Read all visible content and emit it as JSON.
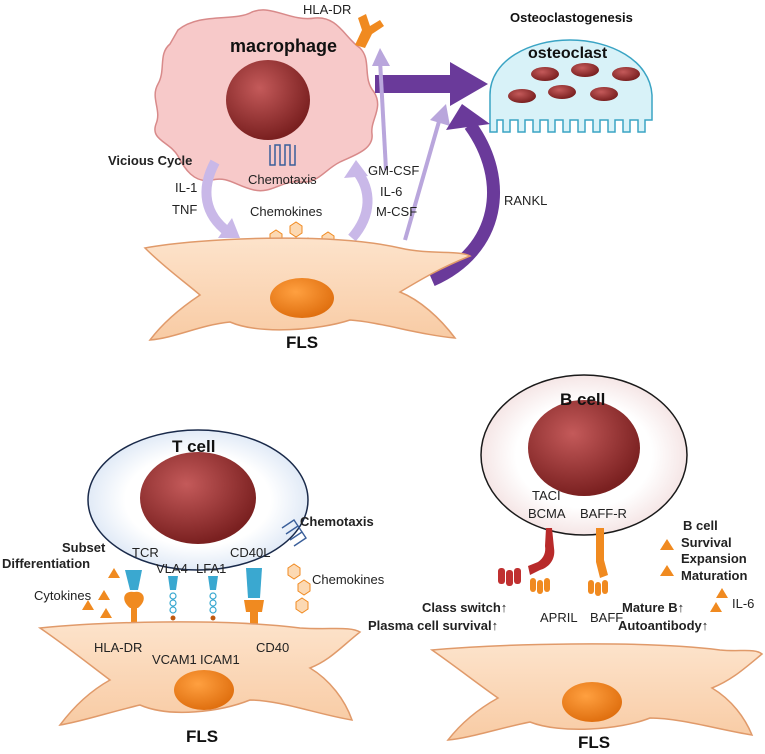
{
  "top": {
    "hla_dr": "HLA-DR",
    "macrophage": "macrophage",
    "osteoclastogenesis": "Osteoclastogenesis",
    "osteoclast": "osteoclast",
    "vicious_cycle": "Vicious Cycle",
    "il1": "IL-1",
    "tnf": "TNF",
    "chemotaxis": "Chemotaxis",
    "chemokines": "Chemokines",
    "gmcsf": "GM-CSF",
    "il6": "IL-6",
    "mcsf": "M-CSF",
    "rankl": "RANKL",
    "fls": "FLS"
  },
  "tcell": {
    "title": "T cell",
    "chemotaxis": "Chemotaxis",
    "subset": "Subset",
    "differentiation": "Differentiation",
    "cytokines": "Cytokines",
    "chemokines": "Chemokines",
    "tcr": "TCR",
    "vla4": "VLA4",
    "lfa1": "LFA1",
    "cd40l": "CD40L",
    "hla_dr": "HLA-DR",
    "vcam1": "VCAM1",
    "icam1": "ICAM1",
    "cd40": "CD40",
    "fls": "FLS"
  },
  "bcell": {
    "title": "B cell",
    "taci": "TACI",
    "bcma": "BCMA",
    "baffr": "BAFF-R",
    "legend_title": "B cell",
    "survival": "Survival",
    "expansion": "Expansion",
    "maturation": "Maturation",
    "class_switch": "Class switch↑",
    "plasma": "Plasma cell survival↑",
    "april": "APRIL",
    "baff": "BAFF",
    "mature_b": "Mature B↑",
    "autoantibody": "Autoantibody↑",
    "il6": "IL-6",
    "fls": "FLS"
  }
}
